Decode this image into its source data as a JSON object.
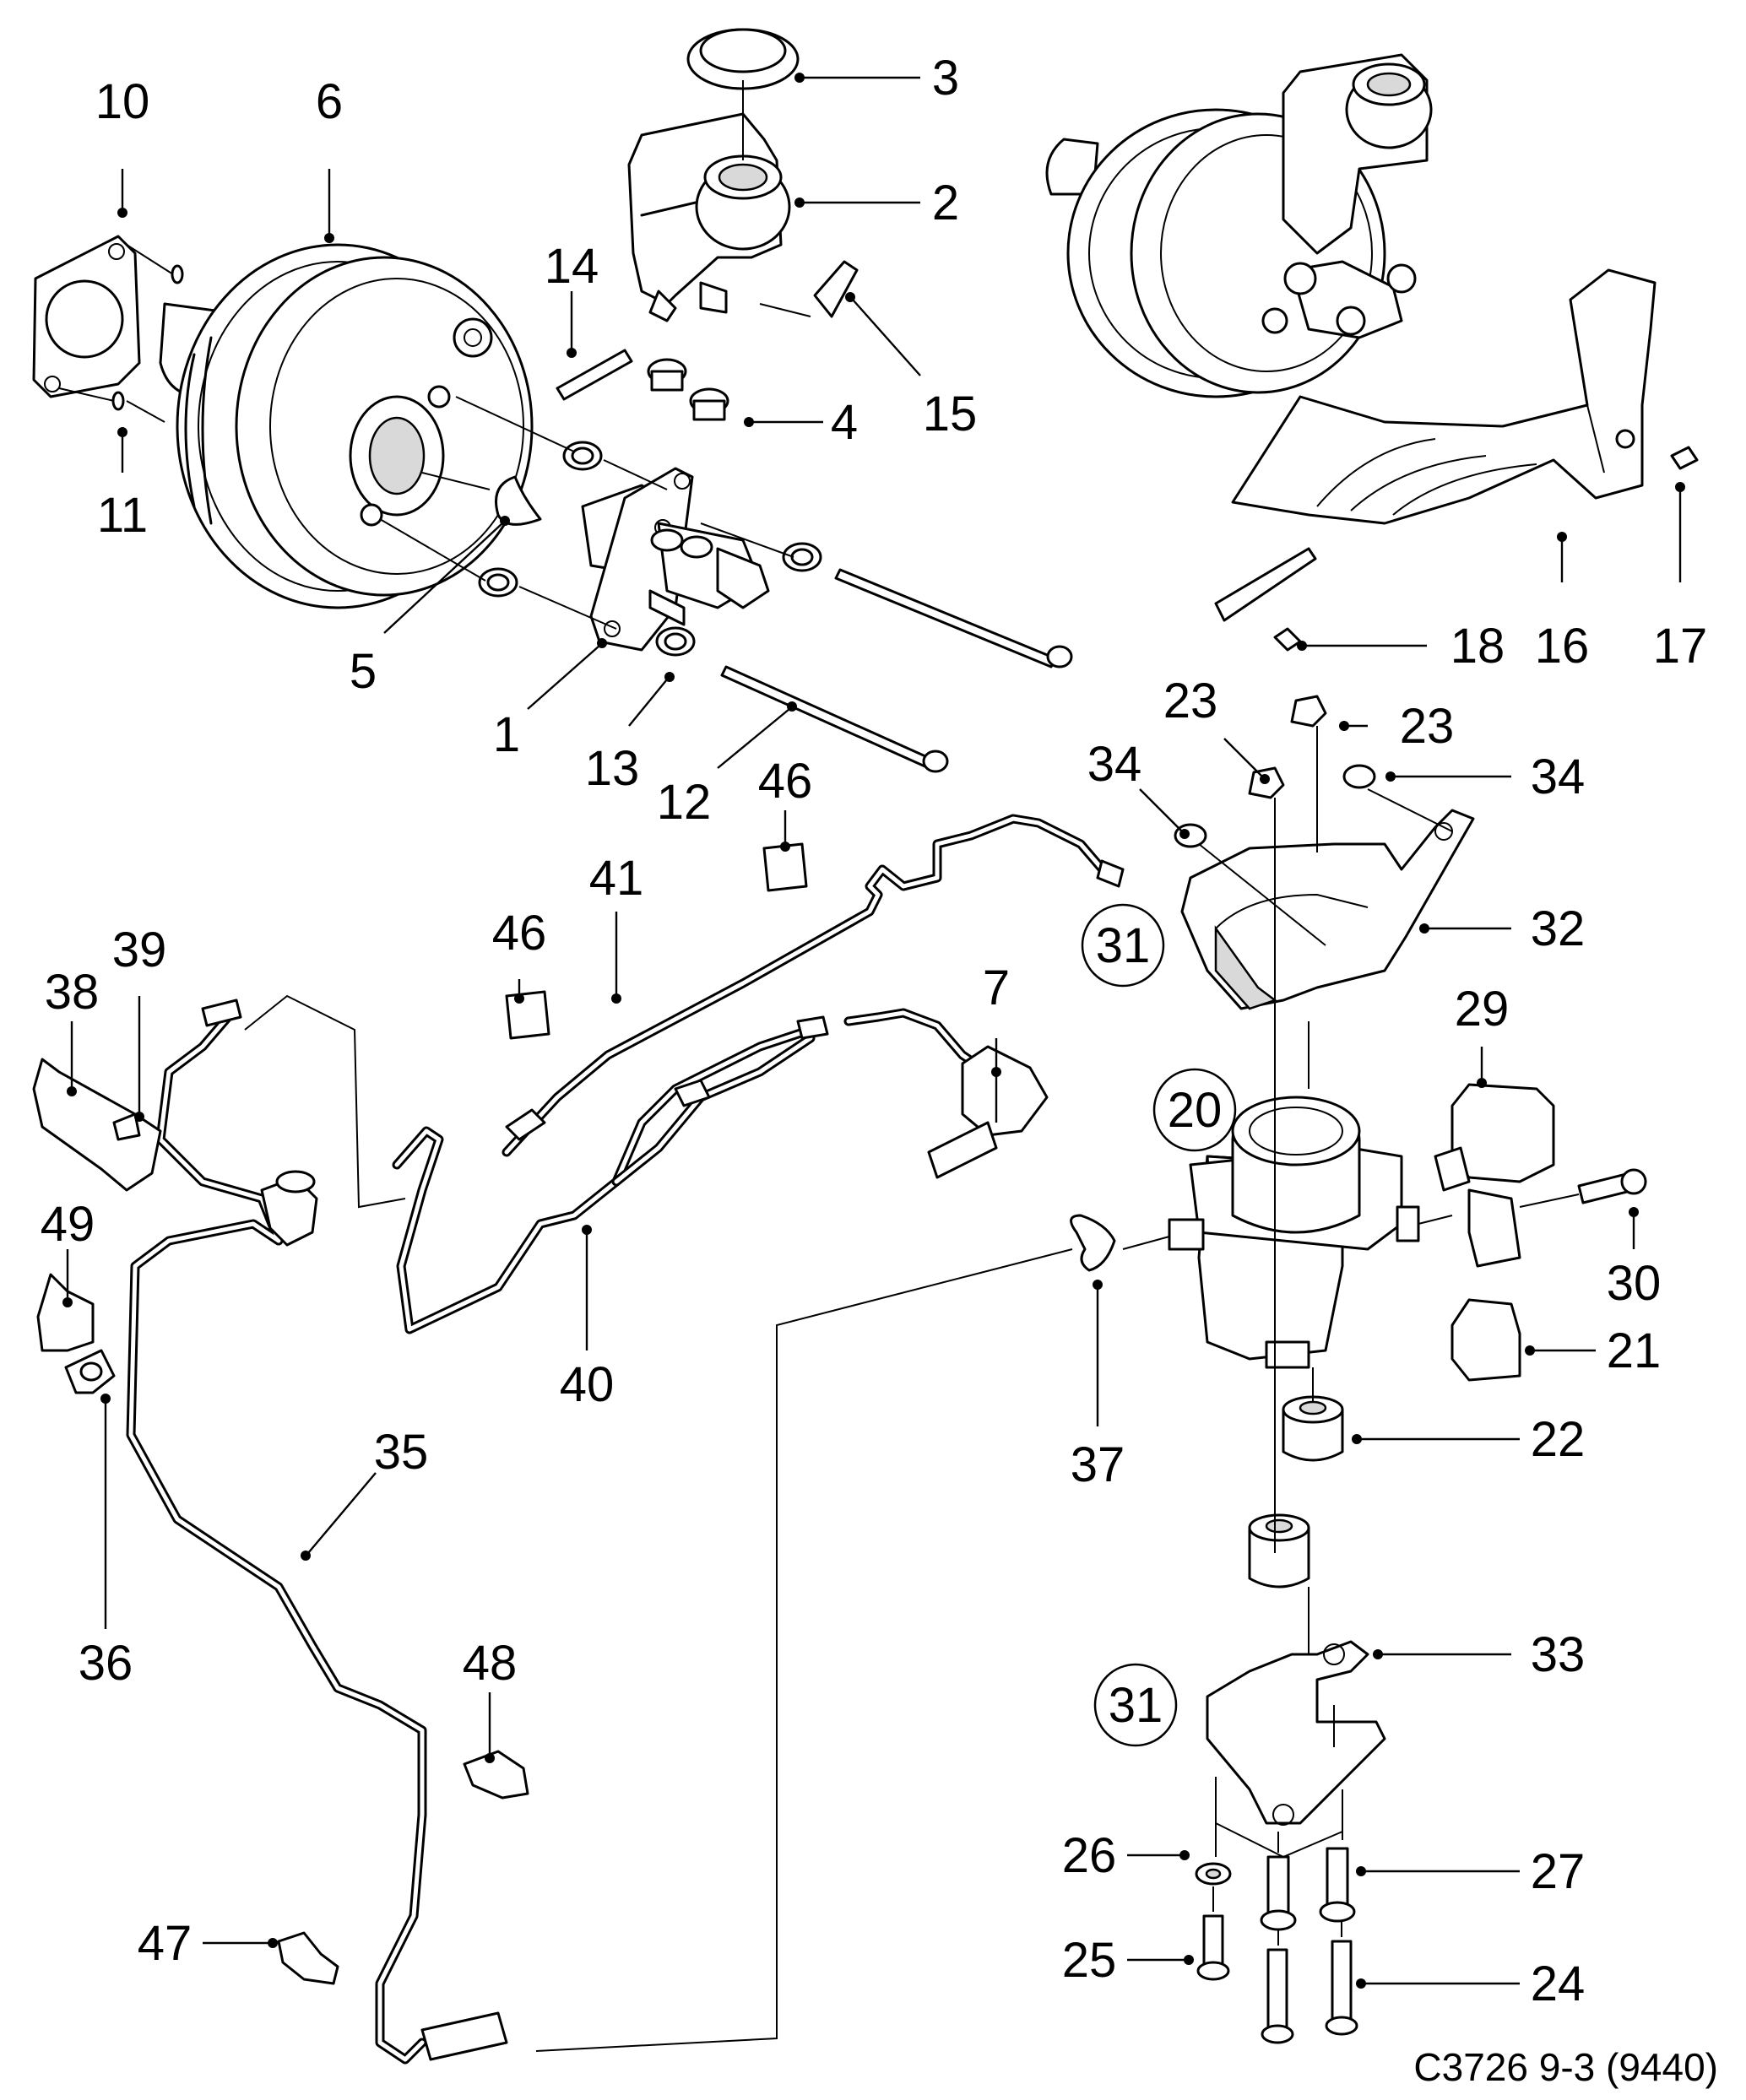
{
  "callouts": {
    "c1": "1",
    "c2": "2",
    "c3": "3",
    "c4": "4",
    "c5": "5",
    "c6": "6",
    "c7": "7",
    "c10": "10",
    "c11": "11",
    "c12": "12",
    "c13": "13",
    "c14": "14",
    "c15": "15",
    "c16": "16",
    "c17": "17",
    "c18": "18",
    "c20": "20",
    "c21": "21",
    "c22": "22",
    "c23a": "23",
    "c23b": "23",
    "c24": "24",
    "c25": "25",
    "c26": "26",
    "c27": "27",
    "c29": "29",
    "c30": "30",
    "c31a": "31",
    "c31b": "31",
    "c32": "32",
    "c33": "33",
    "c34a": "34",
    "c34b": "34",
    "c35": "35",
    "c36": "36",
    "c37": "37",
    "c38": "38",
    "c39": "39",
    "c40": "40",
    "c41": "41",
    "c46a": "46",
    "c46b": "46",
    "c47": "47",
    "c48": "48",
    "c49": "49"
  },
  "reference": "C3726 9-3 (9440)"
}
